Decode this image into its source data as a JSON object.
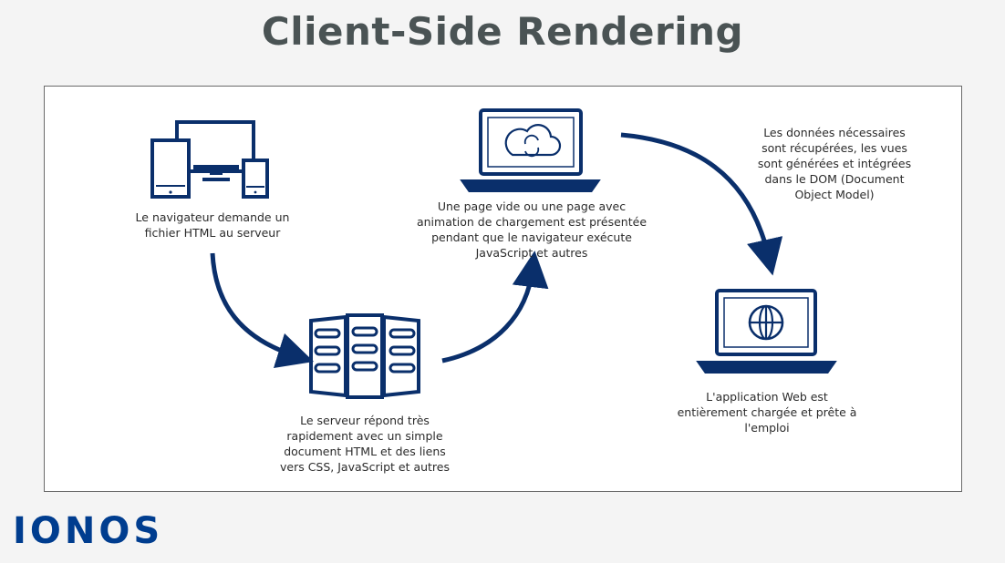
{
  "title": "Client-Side Rendering",
  "steps": [
    {
      "text": "Le navigateur demande un\nfichier HTML au serveur"
    },
    {
      "text": "Le serveur répond très\nrapidement avec un simple\ndocument HTML et des liens\nvers CSS, JavaScript et autres"
    },
    {
      "text": "Une page vide ou une page avec\nanimation de chargement est présentée\npendant que le navigateur exécute\nJavaScript et autres"
    },
    {
      "text": "Les données nécessaires\nsont récupérées, les vues\nsont générées et intégrées\ndans le DOM (Document\nObject Model)"
    },
    {
      "text": "L'application Web est\nentièrement chargée et prête à\nl'emploi"
    }
  ],
  "brand": "IONOS",
  "colors": {
    "accent": "#0a2f6b",
    "title": "#4a5354",
    "brand": "#003d8f"
  },
  "icons": [
    "devices-icon",
    "server-icon",
    "laptop-sync-icon",
    "laptop-globe-icon"
  ]
}
